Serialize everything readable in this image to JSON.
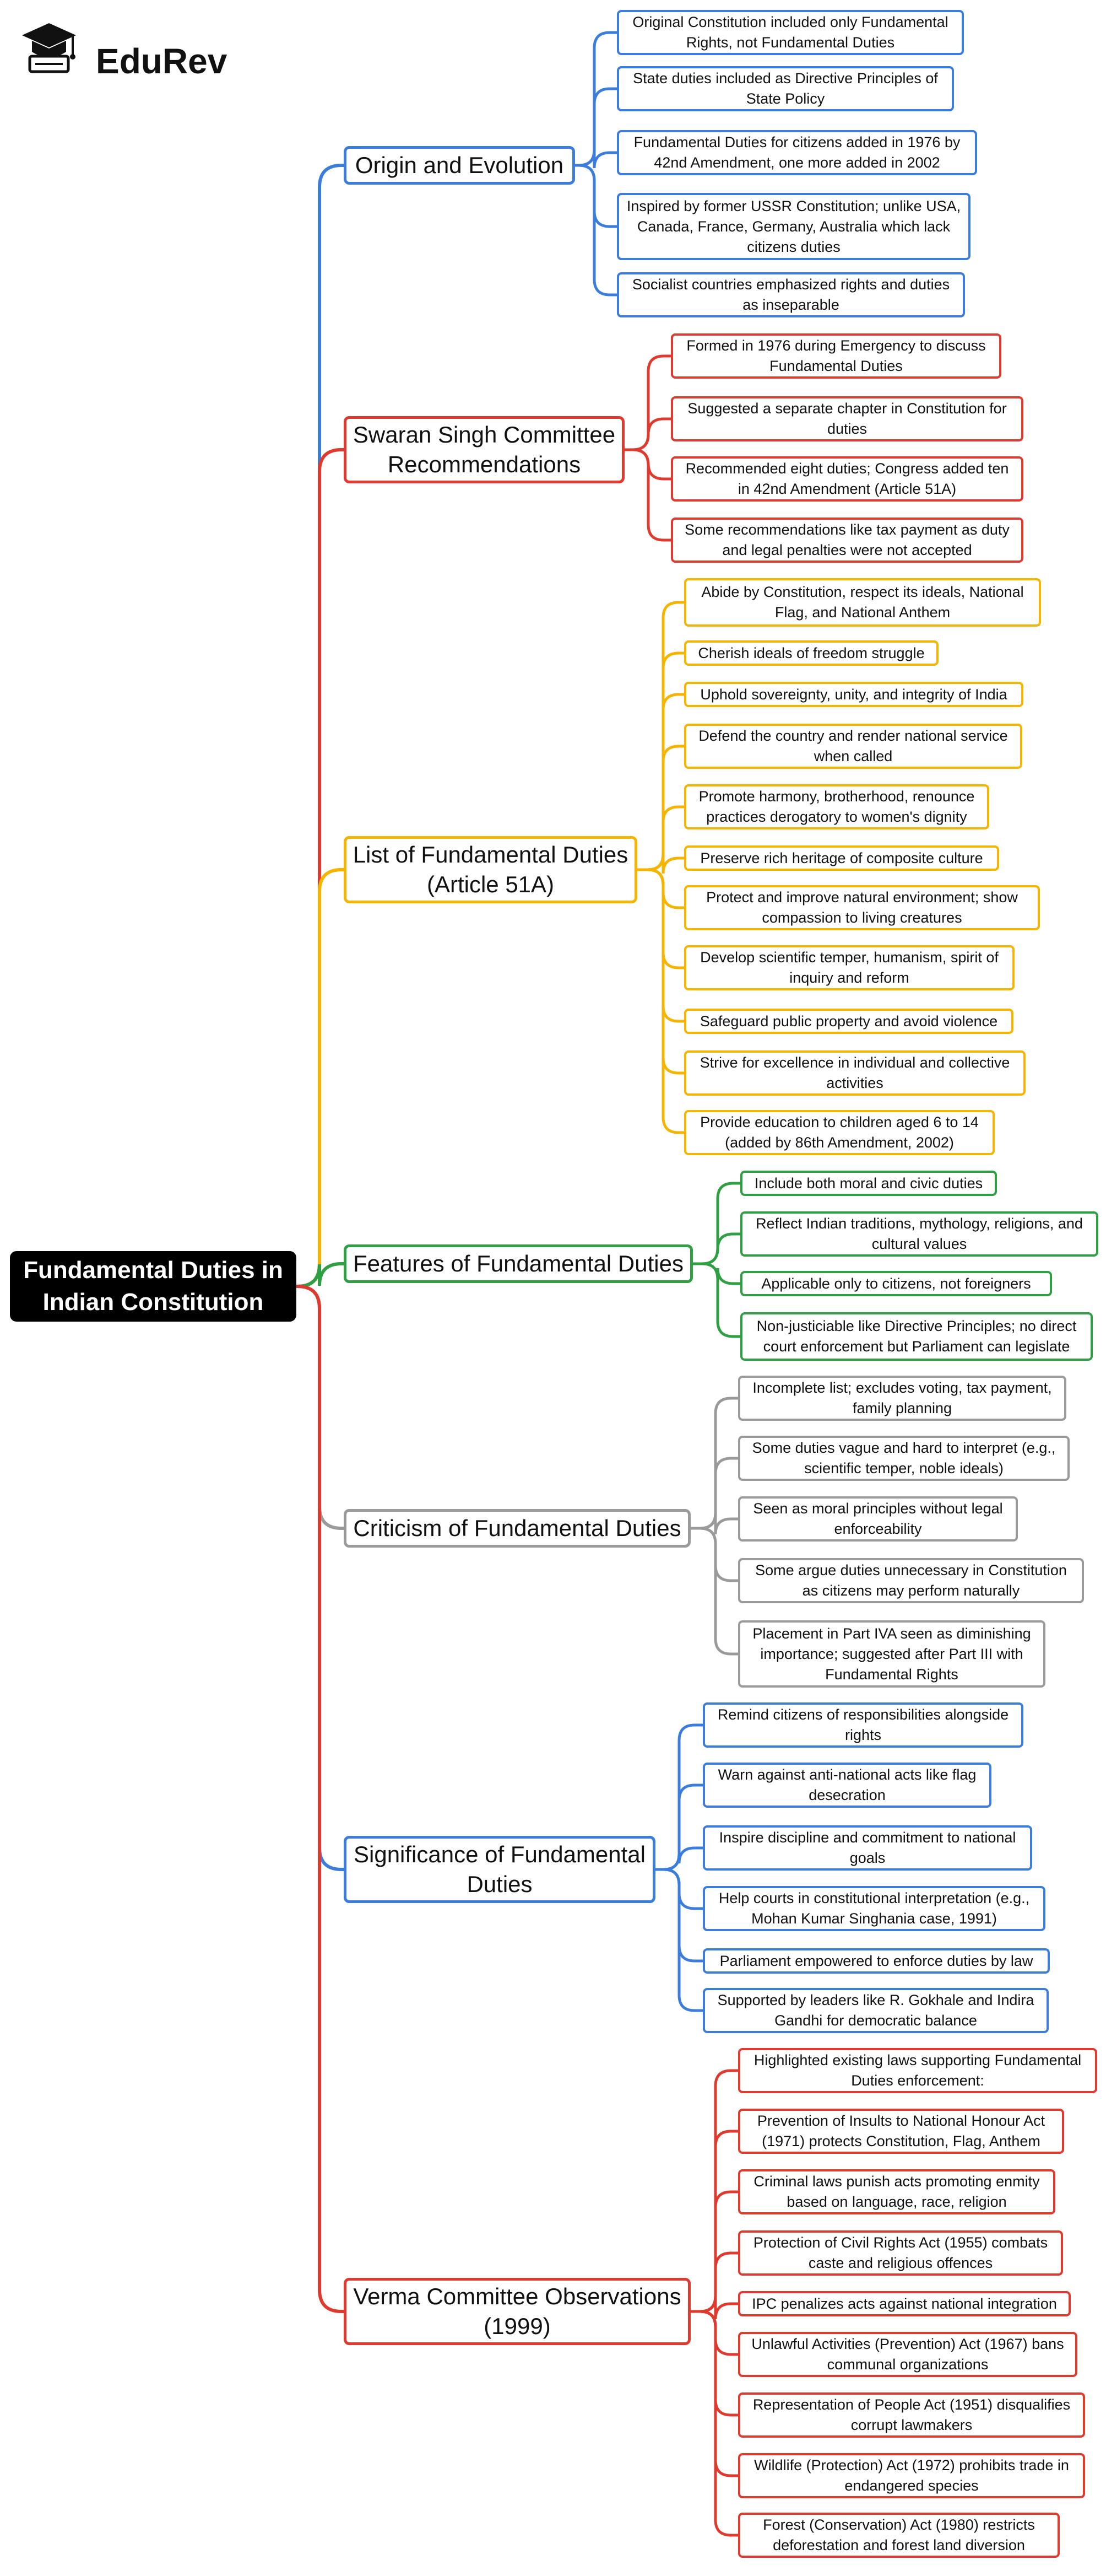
{
  "logo": {
    "text": "EduRev",
    "icon": "graduation-cap-icon"
  },
  "root": {
    "title": "Fundamental Duties in Indian Constitution"
  },
  "colors": {
    "blue": "#3b7ddd",
    "red": "#e03a2f",
    "yellow": "#f5b400",
    "green": "#2ea043",
    "gray": "#9a9a9a"
  },
  "branches": [
    {
      "title": "Origin and Evolution",
      "color": "#3b7ddd",
      "items": [
        "Original Constitution included only Fundamental Rights, not Fundamental Duties",
        "State duties included as Directive Principles of State Policy",
        "Fundamental Duties for citizens added in 1976 by 42nd Amendment, one more added in 2002",
        "Inspired by former USSR Constitution; unlike USA, Canada, France, Germany, Australia which lack citizens duties",
        "Socialist countries emphasized rights and duties as inseparable"
      ]
    },
    {
      "title": "Swaran Singh Committee Recommendations",
      "color": "#e03a2f",
      "items": [
        "Formed in 1976 during Emergency to discuss Fundamental Duties",
        "Suggested a separate chapter in Constitution for duties",
        "Recommended eight duties; Congress added ten in 42nd Amendment (Article 51A)",
        "Some recommendations like tax payment as duty and legal penalties were not accepted"
      ]
    },
    {
      "title": "List of Fundamental Duties (Article 51A)",
      "color": "#f5b400",
      "items": [
        "Abide by Constitution, respect its ideals, National Flag, and National Anthem",
        "Cherish ideals of freedom struggle",
        "Uphold sovereignty, unity, and integrity of India",
        "Defend the country and render national service when called",
        "Promote harmony, brotherhood, renounce practices derogatory to women's dignity",
        "Preserve rich heritage of composite culture",
        "Protect and improve natural environment; show compassion to living creatures",
        "Develop scientific temper, humanism, spirit of inquiry and reform",
        "Safeguard public property and avoid violence",
        "Strive for excellence in individual and collective activities",
        "Provide education to children aged 6 to 14 (added by 86th Amendment, 2002)"
      ]
    },
    {
      "title": "Features of Fundamental Duties",
      "color": "#2ea043",
      "items": [
        "Include both moral and civic duties",
        "Reflect Indian traditions, mythology, religions, and cultural values",
        "Applicable only to citizens, not foreigners",
        "Non-justiciable like Directive Principles; no direct court enforcement but Parliament can legislate"
      ]
    },
    {
      "title": "Criticism of Fundamental Duties",
      "color": "#9a9a9a",
      "items": [
        "Incomplete list; excludes voting, tax payment, family planning",
        "Some duties vague and hard to interpret (e.g., scientific temper, noble ideals)",
        "Seen as moral principles without legal enforceability",
        "Some argue duties unnecessary in Constitution as citizens may perform naturally",
        "Placement in Part IVA seen as diminishing importance; suggested after Part III with Fundamental Rights"
      ]
    },
    {
      "title": "Significance of Fundamental Duties",
      "color": "#3b7ddd",
      "items": [
        "Remind citizens of responsibilities alongside rights",
        "Warn against anti-national acts like flag desecration",
        "Inspire discipline and commitment to national goals",
        "Help courts in constitutional interpretation (e.g., Mohan Kumar Singhania case, 1991)",
        "Parliament empowered to enforce duties by law",
        "Supported by leaders like R. Gokhale and Indira Gandhi for democratic balance"
      ]
    },
    {
      "title": "Verma Committee Observations (1999)",
      "color": "#e03a2f",
      "items": [
        "Highlighted existing laws supporting Fundamental Duties enforcement:",
        "Prevention of Insults to National Honour Act (1971) protects Constitution, Flag, Anthem",
        "Criminal laws punish acts promoting enmity based on language, race, religion",
        "Protection of Civil Rights Act (1955) combats caste and religious offences",
        "IPC penalizes acts against national integration",
        "Unlawful Activities (Prevention) Act (1967) bans communal organizations",
        "Representation of People Act (1951) disqualifies corrupt lawmakers",
        "Wildlife (Protection) Act (1972) prohibits trade in endangered species",
        "Forest (Conservation) Act (1980) restricts deforestation and forest land diversion"
      ]
    }
  ]
}
